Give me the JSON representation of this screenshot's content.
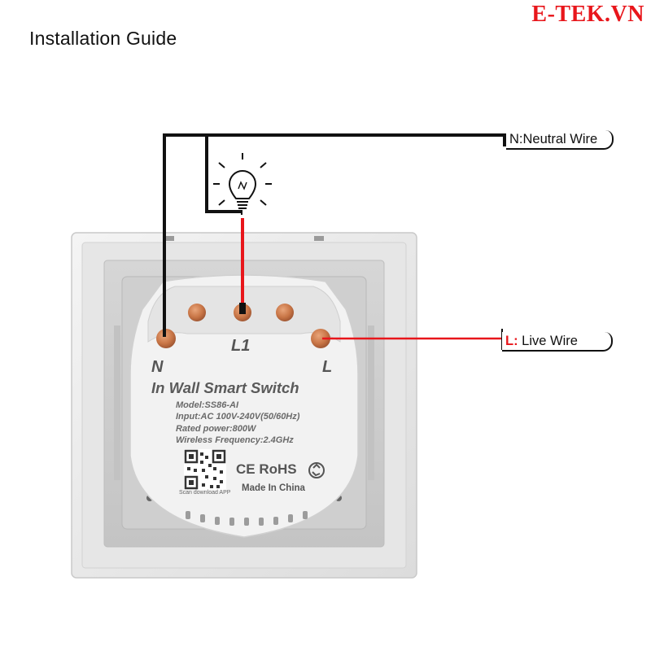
{
  "header": {
    "title": "Installation Guide",
    "brand": "E-TEK.VN"
  },
  "wires": {
    "neutral_label": "N:Neutral Wire",
    "live_prefix": "L:",
    "live_label": "Live Wire",
    "neutral_color": "#111111",
    "live_color": "#e8161b"
  },
  "device": {
    "terminal_n": "N",
    "terminal_l1": "L1",
    "terminal_l": "L",
    "product_name": "In Wall Smart Switch",
    "model": "Model:SS86-AI",
    "input": "Input:AC 100V-240V(50/60Hz)",
    "rated_power": "Rated power:800W",
    "wireless": "Wireless Frequency:2.4GHz",
    "qr_caption": "Scan download APP",
    "cert_marks": "CE RoHS",
    "made_in": "Made In China"
  },
  "icons": [
    "light-bulb-icon",
    "qr-code-icon",
    "recycle-icon"
  ]
}
